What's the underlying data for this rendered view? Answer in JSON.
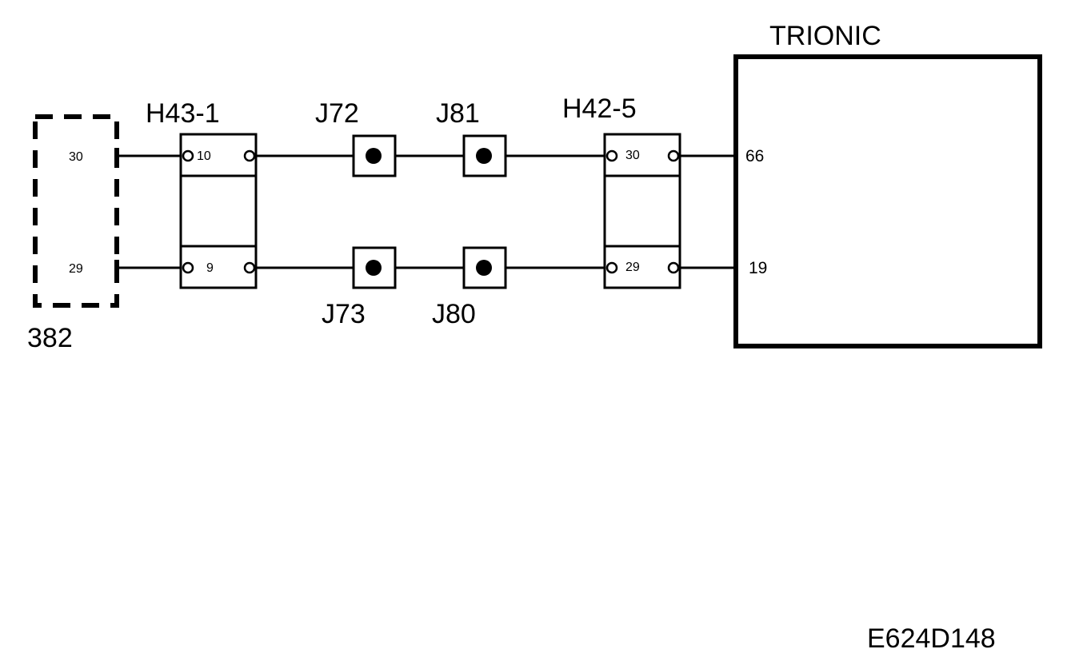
{
  "diagram": {
    "components": {
      "comp_382": {
        "label": "382",
        "pins": {
          "top": "30",
          "bottom": "29"
        }
      },
      "h43_1": {
        "label": "H43-1",
        "pins": {
          "top": "10",
          "bottom": "9"
        }
      },
      "j72": {
        "label": "J72"
      },
      "j81": {
        "label": "J81"
      },
      "j73": {
        "label": "J73"
      },
      "j80": {
        "label": "J80"
      },
      "h42_5": {
        "label": "H42-5",
        "pins": {
          "top": "30",
          "bottom": "29"
        }
      },
      "trionic": {
        "label": "TRIONIC",
        "pins": {
          "top": "66",
          "bottom": "19"
        }
      }
    },
    "figure_id": "E624D148"
  }
}
